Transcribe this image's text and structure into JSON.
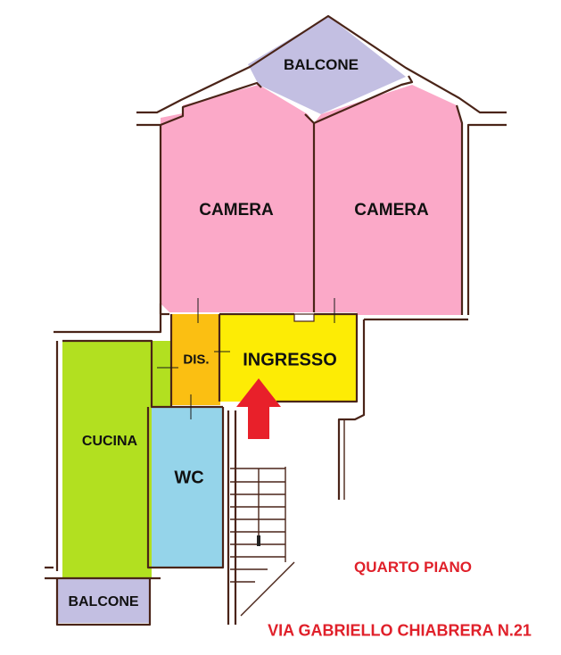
{
  "rooms": {
    "balcone_top": {
      "label": "BALCONE",
      "color": "#c3bfe2"
    },
    "camera_left": {
      "label": "CAMERA",
      "color": "#fba9c8"
    },
    "camera_right": {
      "label": "CAMERA",
      "color": "#fba9c8"
    },
    "disimpegno": {
      "label": "DIS.",
      "color": "#fbbf12"
    },
    "ingresso": {
      "label": "INGRESSO",
      "color": "#fdec05"
    },
    "cucina": {
      "label": "CUCINA",
      "color": "#b2e020"
    },
    "wc": {
      "label": "WC",
      "color": "#95d4ea"
    },
    "balcone_bottom": {
      "label": "BALCONE",
      "color": "#c3bfe2"
    }
  },
  "entrance_arrow": {
    "color": "#e8202a"
  },
  "floor_label": "QUARTO PIANO",
  "address": "VIA GABRIELLO CHIABRERA N.21",
  "text_accent": "#e0202a"
}
